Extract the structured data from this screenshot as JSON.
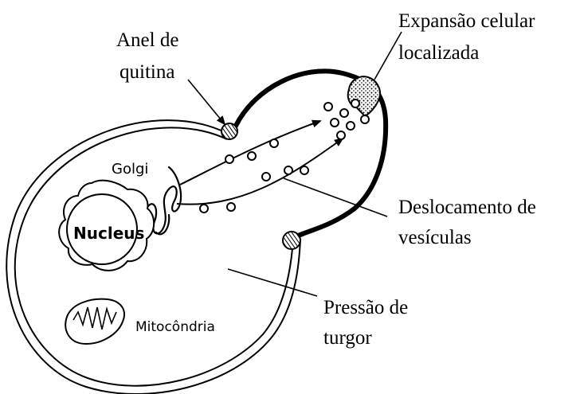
{
  "labels": {
    "chitin_ring_line1": "Anel de",
    "chitin_ring_line2": "quitina",
    "expansion_line1": "Expansão celular",
    "expansion_line2": "localizada",
    "golgi": "Golgi",
    "nucleus": "Nucleus",
    "vesicle_displacement_line1": "Deslocamento de",
    "vesicle_displacement_line2": "vesículas",
    "turgor_line1": "Pressão de",
    "turgor_line2": "turgor",
    "mitochondria": "Mitocôndria"
  }
}
